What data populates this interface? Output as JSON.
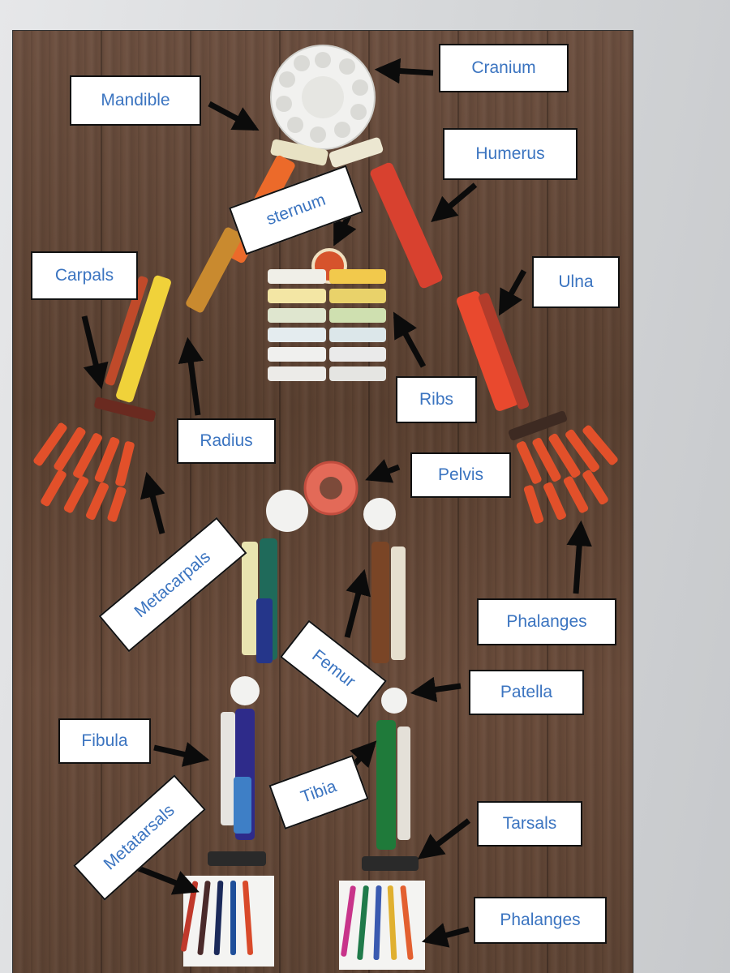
{
  "labels": {
    "cranium": "Cranium",
    "mandible": "Mandible",
    "humerus": "Humerus",
    "sternum": "sternum",
    "carpals": "Carpals",
    "ulna": "Ulna",
    "ribs": "Ribs",
    "radius": "Radius",
    "pelvis": "Pelvis",
    "metacarpals": "Metacarpals",
    "phalanges_hand": "Phalanges",
    "femur": "Femur",
    "patella": "Patella",
    "fibula": "Fibula",
    "tibia": "Tibia",
    "tarsals": "Tarsals",
    "metatarsals": "Metatarsals",
    "phalanges_foot": "Phalanges"
  },
  "colors": {
    "label_text": "#3b74c0",
    "wood": "#5e4434"
  }
}
